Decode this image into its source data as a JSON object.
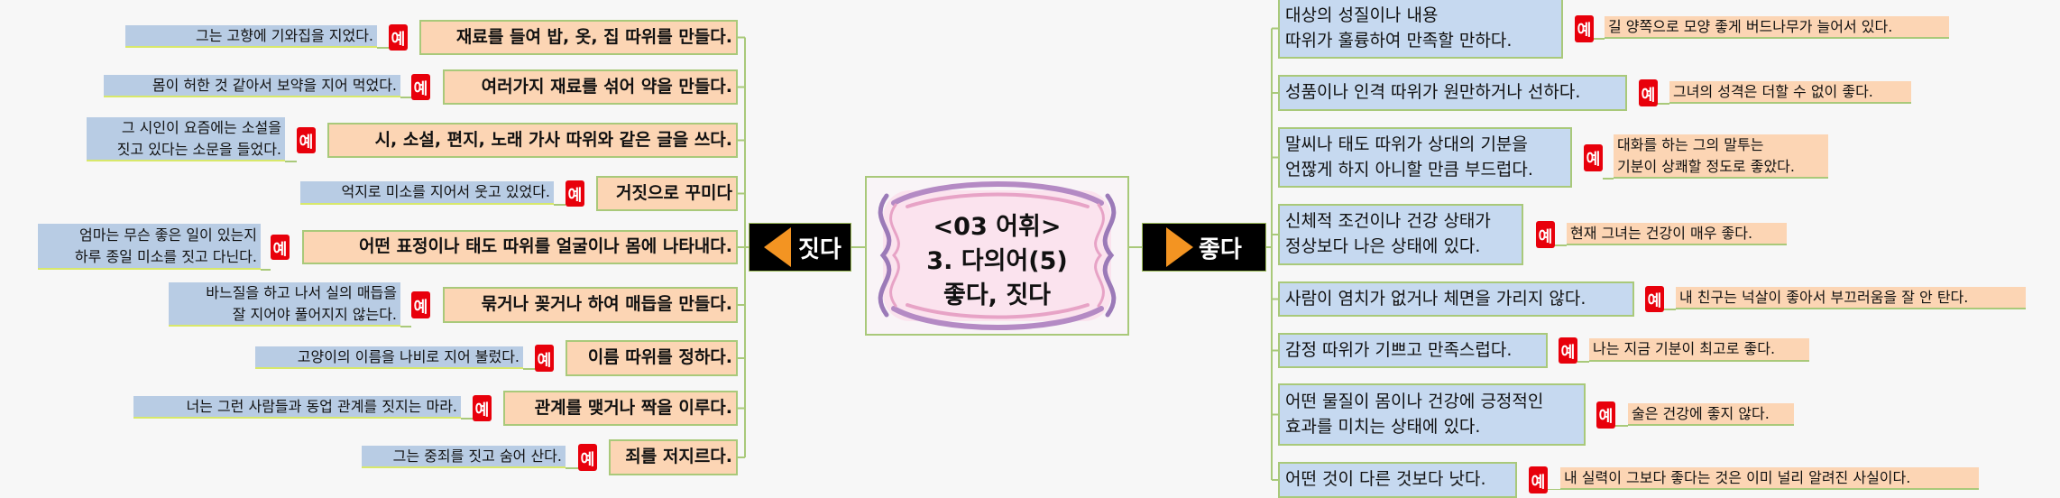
{
  "center": {
    "line1": "<03 어휘>",
    "line2": "3. 다의어(5)",
    "line3": "좋다, 짓다"
  },
  "left_branch": {
    "label": "짓다",
    "icon": "orange-left-triangle",
    "items": [
      {
        "definition": "재료를 들여 밥, 옷, 집 따위를 만들다.",
        "badge": "예",
        "example": "그는 고향에 기와집을 지었다."
      },
      {
        "definition": "여러가지 재료를 섞어 약을 만들다.",
        "badge": "예",
        "example": "몸이 허한 것 같아서 보약을 지어 먹었다."
      },
      {
        "definition": "시, 소설, 편지, 노래 가사 따위와 같은 글을 쓰다.",
        "badge": "예",
        "example": "그 시인이 요즘에는 소설을\n짓고 있다는 소문을 들었다."
      },
      {
        "definition": "거짓으로 꾸미다",
        "badge": "예",
        "example": "억지로 미소를 지어서 웃고 있었다."
      },
      {
        "definition": "어떤 표정이나 태도 따위를 얼굴이나 몸에 나타내다.",
        "badge": "예",
        "example": "엄마는 무슨 좋은 일이 있는지\n하루 종일 미소를 짓고 다닌다."
      },
      {
        "definition": "묶거나 꽂거나 하여 매듭을 만들다.",
        "badge": "예",
        "example": "바느질을 하고 나서 실의 매듭을\n잘 지어야 풀어지지 않는다."
      },
      {
        "definition": "이름 따위를 정하다.",
        "badge": "예",
        "example": "고양이의 이름을 나비로 지어 불렀다."
      },
      {
        "definition": "관계를 맺거나 짝을 이루다.",
        "badge": "예",
        "example": "너는 그런 사람들과 동업 관계를 짓지는 마라."
      },
      {
        "definition": "죄를 저지르다.",
        "badge": "예",
        "example": "그는 중죄를 짓고 숨어 산다."
      }
    ]
  },
  "right_branch": {
    "label": "좋다",
    "icon": "orange-right-triangle",
    "items": [
      {
        "definition": "대상의 성질이나 내용\n따위가 훌륭하여 만족할 만하다.",
        "badge": "예",
        "example": "길 양쪽으로 모양 좋게 버드나무가 늘어서 있다."
      },
      {
        "definition": "성품이나 인격 따위가 원만하거나 선하다.",
        "badge": "예",
        "example": "그녀의 성격은 더할 수 없이 좋다."
      },
      {
        "definition": "말씨나 태도 따위가 상대의 기분을\n언짢게 하지 아니할 만큼 부드럽다.",
        "badge": "예",
        "example": "대화를 하는 그의 말투는\n기분이 상쾌할 정도로 좋았다."
      },
      {
        "definition": "신체적 조건이나 건강 상태가\n정상보다 나은 상태에 있다.",
        "badge": "예",
        "example": "현재 그녀는 건강이 매우 좋다."
      },
      {
        "definition": "사람이 염치가 없거나 체면을 가리지 않다.",
        "badge": "예",
        "example": "내 친구는 넉살이 좋아서 부끄러움을 잘 안 탄다."
      },
      {
        "definition": "감정 따위가 기쁘고 만족스럽다.",
        "badge": "예",
        "example": "나는 지금 기분이 최고로 좋다."
      },
      {
        "definition": "어떤 물질이 몸이나 건강에 긍정적인\n효과를 미치는 상태에 있다.",
        "badge": "예",
        "example": "술은 건강에 좋지 않다."
      },
      {
        "definition": "어떤 것이 다른 것보다 낫다.",
        "badge": "예",
        "example": "내 실력이 그보다 좋다는 것은 이미 널리 알려진 사실이다."
      }
    ]
  },
  "colors": {
    "definition_left": "#fcd5b4",
    "example_left": "#b8cce4",
    "definition_right": "#c6d9f0",
    "example_right": "#fcd5b4",
    "badge": "#e8000b",
    "branch_bg": "#000000",
    "arrow": "#f39422",
    "connector": "#a9c97a"
  }
}
